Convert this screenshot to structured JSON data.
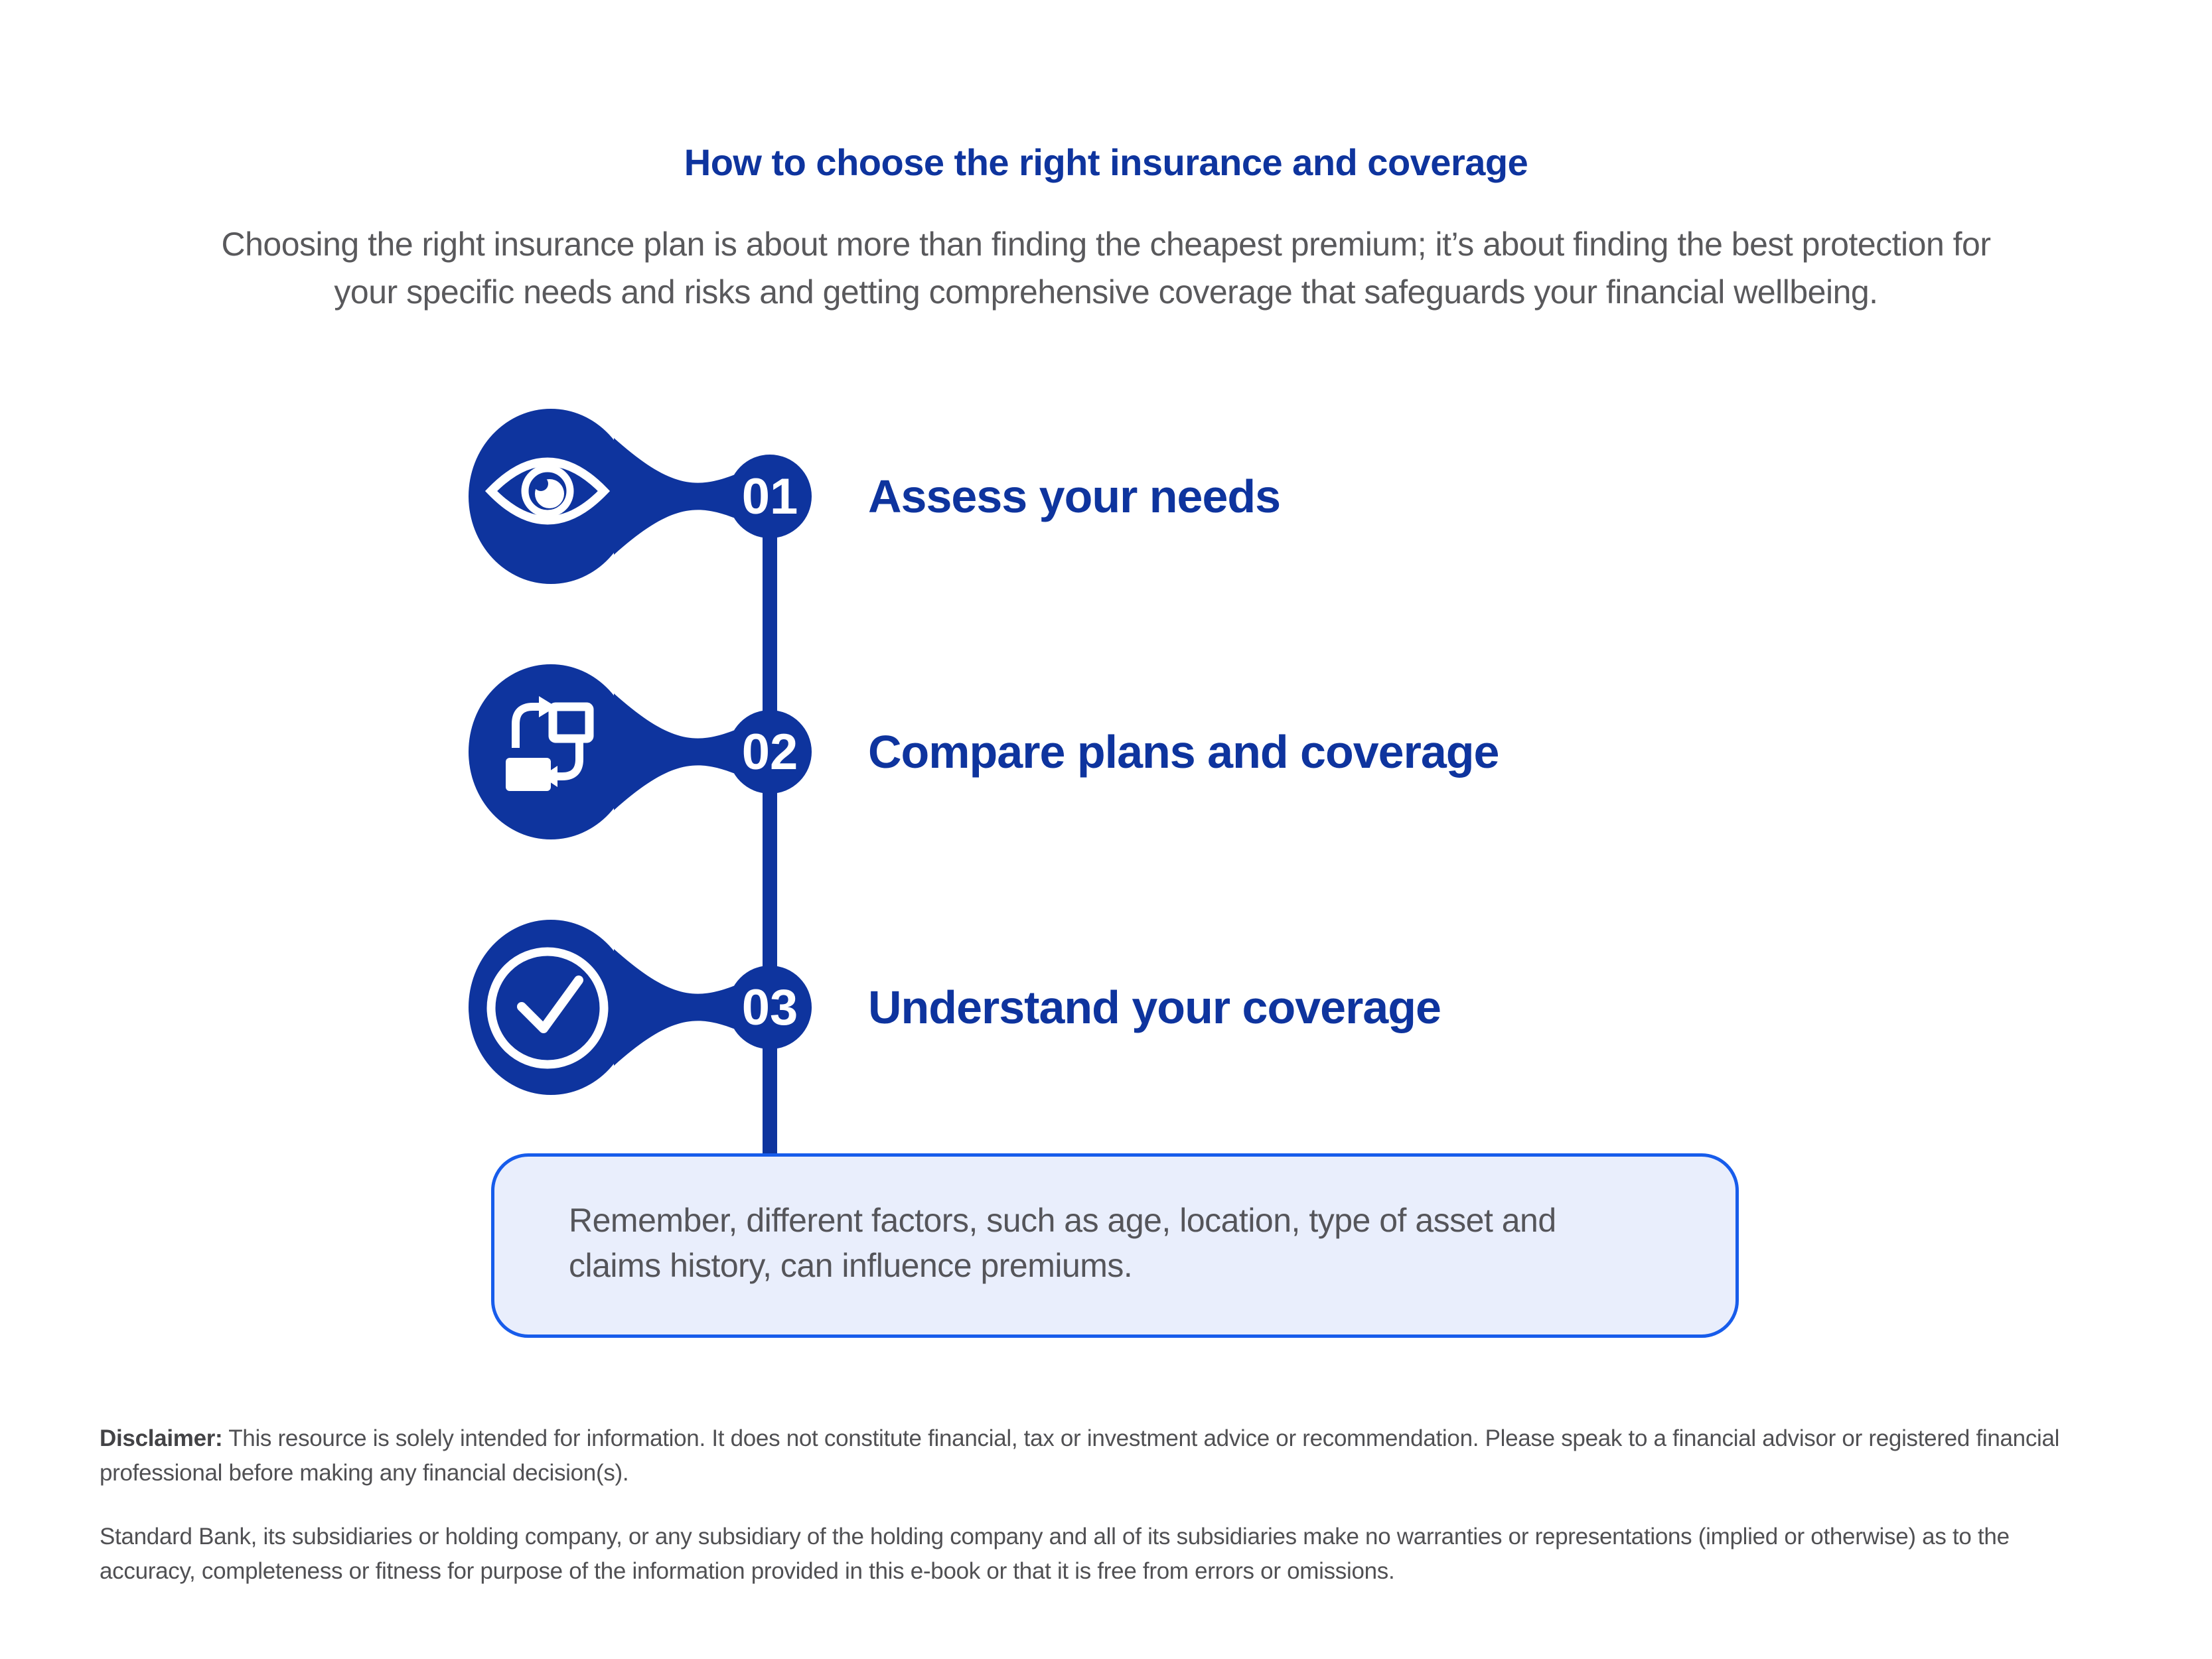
{
  "colors": {
    "brand_blue": "#0E349E",
    "callout_border_blue": "#175CEB",
    "callout_background": "#E9EEFC",
    "body_text_gray": "#59595C",
    "white": "#FFFFFF"
  },
  "header": {
    "title": "How to choose the right insurance and coverage",
    "intro_line1": "Choosing the right insurance plan is about more than finding the cheapest premium; it’s about finding the best protection for",
    "intro_line2": "your specific needs and risks and getting comprehensive coverage that safeguards your financial wellbeing."
  },
  "steps": [
    {
      "number": "01",
      "label": "Assess your needs",
      "icon": "eye-icon"
    },
    {
      "number": "02",
      "label": "Compare plans and coverage",
      "icon": "swap-icon"
    },
    {
      "number": "03",
      "label": "Understand your coverage",
      "icon": "check-circle-icon"
    }
  ],
  "callout": {
    "line1": "Remember, different factors, such as age, location, type of asset and",
    "line2": "claims history, can influence premiums."
  },
  "disclaimer": {
    "label": "Disclaimer:",
    "p1_rest": " This resource is solely intended for information. It does not constitute financial, tax or investment advice or recommendation. Please speak to a financial advisor or registered financial professional before making any financial decision(s).",
    "p2": "Standard Bank, its subsidiaries or holding company, or any subsidiary of the holding company and all of its subsidiaries make no warranties or representations (implied or otherwise) as to the accuracy, completeness or fitness for purpose of the information provided in this e-book or that it is free from errors or omissions."
  }
}
